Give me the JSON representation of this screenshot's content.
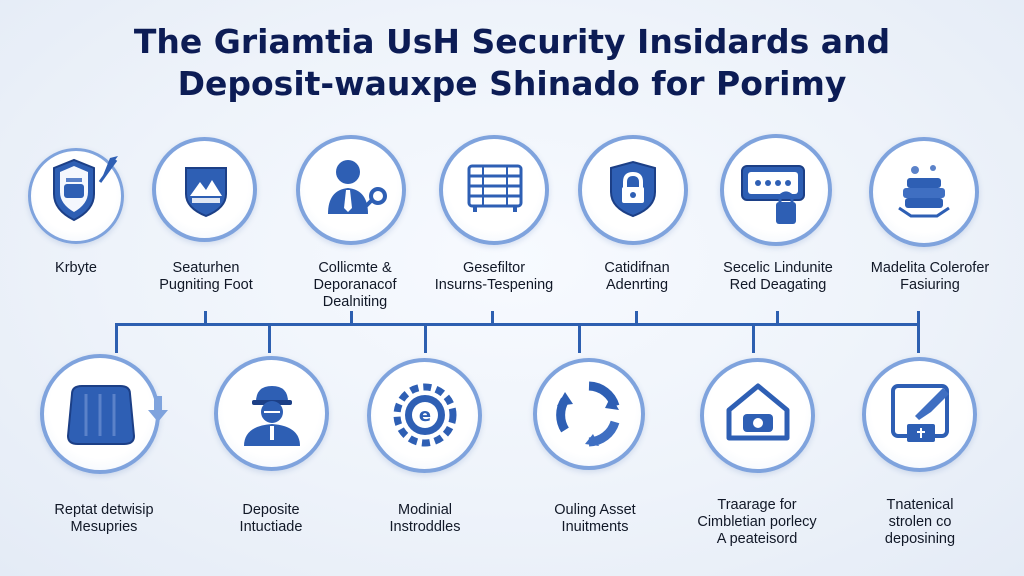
{
  "title": {
    "line1": "The Griamtia UsH Security Insidards and",
    "line2": "Deposit-wauxpe Shinado for Porimy"
  },
  "top_row": [
    {
      "icon": "shield-badge-icon",
      "lines": [
        "Krbyte"
      ]
    },
    {
      "icon": "mountain-shield-icon",
      "lines": [
        "Seaturhen",
        "Pugniting Foot"
      ]
    },
    {
      "icon": "person-key-icon",
      "lines": [
        "Collicmte &",
        "Deporanacof",
        "Dealniting"
      ]
    },
    {
      "icon": "vault-grid-icon",
      "lines": [
        "Gesefiltor",
        "Insurns-Tespening"
      ]
    },
    {
      "icon": "padlock-shield-icon",
      "lines": [
        "Catidifnan",
        "Adenrting"
      ]
    },
    {
      "icon": "password-card-icon",
      "lines": [
        "Secelic Lindunite",
        "Red Deagating"
      ]
    },
    {
      "icon": "coins-stack-icon",
      "lines": [
        "Madelita Colerofer",
        "Fasiuring"
      ]
    }
  ],
  "bottom_row": [
    {
      "icon": "money-bag-icon",
      "lines": [
        "Reptat detwisip",
        "Mesupries"
      ]
    },
    {
      "icon": "person-helmet-icon",
      "lines": [
        "Deposite",
        "Intuctiade"
      ]
    },
    {
      "icon": "euro-gear-icon",
      "lines": [
        "Modinial",
        "Instroddles"
      ]
    },
    {
      "icon": "recycle-arrows-icon",
      "lines": [
        "Ouling Asset",
        "Inuitments"
      ]
    },
    {
      "icon": "house-safe-icon",
      "lines": [
        "Traarage for",
        "Cimbletian porlecy",
        "A peateisord"
      ]
    },
    {
      "icon": "tablet-check-icon",
      "lines": [
        "Tnatenical",
        "strolen co",
        "deposining"
      ]
    }
  ],
  "colors": {
    "accent": "#2d5fb0",
    "ring": "#7fa3dd",
    "icon_blue": "#2e5fb4",
    "title": "#0c1c55"
  }
}
